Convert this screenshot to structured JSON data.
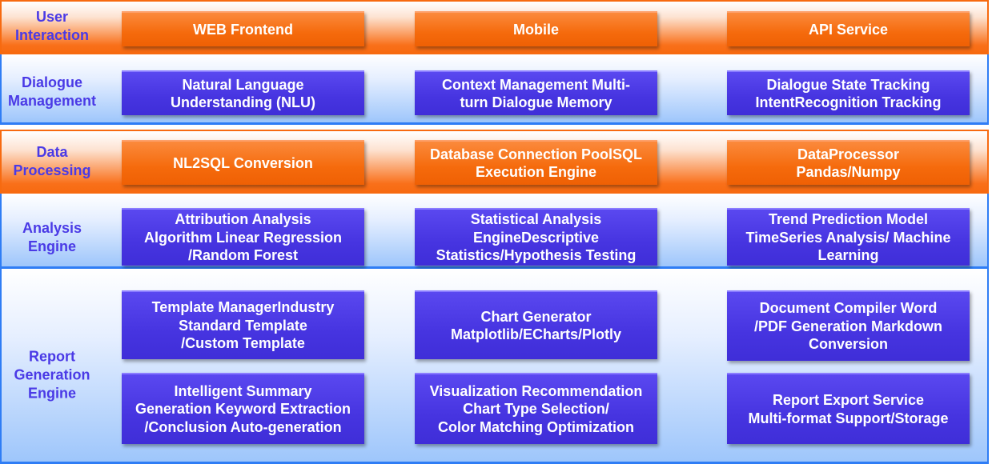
{
  "layers": [
    {
      "label": [
        "User",
        "Interaction"
      ],
      "color": "orange",
      "boxes": [
        [
          "WEB Frontend"
        ],
        [
          "Mobile"
        ],
        [
          "API Service"
        ]
      ]
    },
    {
      "label": [
        "Dialogue",
        "Management"
      ],
      "color": "blue",
      "boxes": [
        [
          "Natural Language",
          "Understanding (NLU)"
        ],
        [
          "Context Management Multi-",
          "turn Dialogue Memory"
        ],
        [
          "Dialogue State Tracking",
          "IntentRecognition Tracking"
        ]
      ]
    },
    {
      "label": [
        "Data",
        "Processing"
      ],
      "color": "orange",
      "boxes": [
        [
          "NL2SQL Conversion"
        ],
        [
          "Database Connection PoolSQL",
          "Execution Engine"
        ],
        [
          "DataProcessor",
          "Pandas/Numpy"
        ]
      ]
    },
    {
      "label": [
        "Analysis",
        "Engine"
      ],
      "color": "blue",
      "boxes": [
        [
          "Attribution Analysis",
          "Algorithm Linear Regression",
          "/Random Forest"
        ],
        [
          "Statistical Analysis",
          "EngineDescriptive",
          "Statistics/Hypothesis Testing"
        ],
        [
          "Trend Prediction Model",
          "TimeSeries Analysis/ Machine",
          "Learning"
        ]
      ]
    },
    {
      "label": [
        "Report",
        "Generation",
        "Engine"
      ],
      "color": "blue",
      "boxes": [
        [
          "Template ManagerIndustry",
          "Standard Template",
          "/Custom Template"
        ],
        [
          "Chart Generator",
          "Matplotlib/ECharts/Plotly"
        ],
        [
          "Document Compiler Word",
          "/PDF Generation Markdown",
          "Conversion"
        ],
        [
          "Intelligent Summary",
          "Generation Keyword Extraction",
          "/Conclusion Auto-generation"
        ],
        [
          "Visualization Recommendation",
          "Chart Type Selection/",
          "Color Matching Optimization"
        ],
        [
          "Report Export Service",
          "Multi-format Support/Storage"
        ]
      ]
    }
  ]
}
